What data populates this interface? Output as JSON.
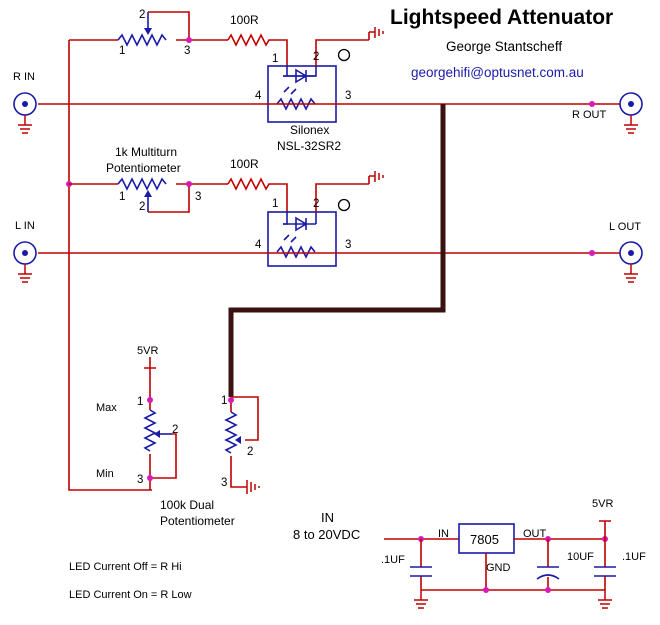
{
  "header": {
    "title": "Lightspeed Attenuator",
    "author": "George Stantscheff",
    "email": "georgehifi@optusnet.com.au"
  },
  "connectors": {
    "r_in": "R IN",
    "r_out": "R  OUT",
    "l_in": "L IN",
    "l_out": "L OUT"
  },
  "optocoupler": {
    "part_maker": "Silonex",
    "part_number": "NSL-32SR2",
    "pin1": "1",
    "pin2": "2",
    "pin3": "3",
    "pin4": "4"
  },
  "resistors": {
    "r_top": "100R",
    "r_bottom": "100R"
  },
  "multiturn": {
    "label_line1": "1k Multiturn",
    "label_line2": "Potentiometer"
  },
  "pot_pins": {
    "p1": "1",
    "p2": "2",
    "p3": "3"
  },
  "dual_pot": {
    "supply": "5VR",
    "max": "Max",
    "min": "Min",
    "label_line1": "100k Dual",
    "label_line2": "Potentiometer"
  },
  "notes": {
    "led_off": "LED Current Off = R Hi",
    "led_on": "LED Current On = R Low"
  },
  "regulator": {
    "in_title": "IN",
    "in_range": "8 to 20VDC",
    "in_pin": "IN",
    "out_pin": "OUT",
    "gnd_pin": "GND",
    "part": "7805",
    "cap_in": ".1UF",
    "cap_mid": "10UF",
    "cap_out": ".1UF",
    "out_rail": "5VR"
  }
}
